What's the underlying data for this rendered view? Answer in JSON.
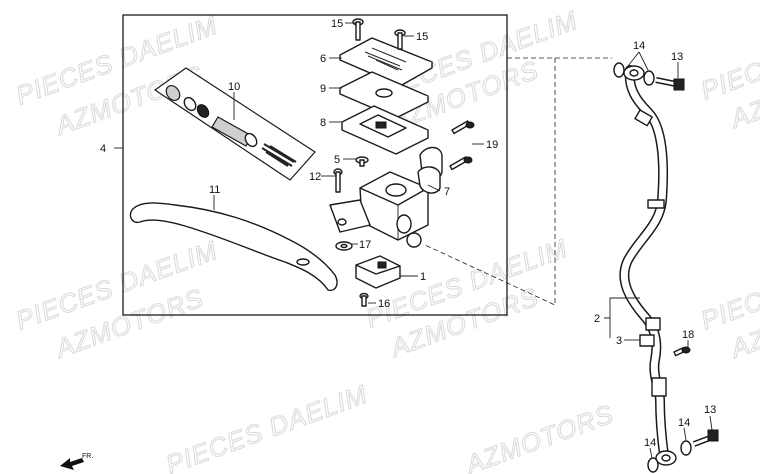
{
  "watermarks": [
    "PIECES DAELIM",
    "AZMOTORS"
  ],
  "callouts": {
    "c1": "1",
    "c2": "2",
    "c3": "3",
    "c4": "4",
    "c5": "5",
    "c6": "6",
    "c7": "7",
    "c8": "8",
    "c9": "9",
    "c10": "10",
    "c11": "11",
    "c12": "12",
    "c13a": "13",
    "c13b": "13",
    "c14a": "14",
    "c14b": "14",
    "c14c": "14",
    "c15a": "15",
    "c15b": "15",
    "c16": "16",
    "c17": "17",
    "c18": "18",
    "c19": "19"
  },
  "front_indicator": {
    "label": "FR.",
    "icon": "front-arrow-icon"
  },
  "colors": {
    "line": "#1a1a1a",
    "watermark": "#d9d9d9",
    "background": "#ffffff"
  }
}
